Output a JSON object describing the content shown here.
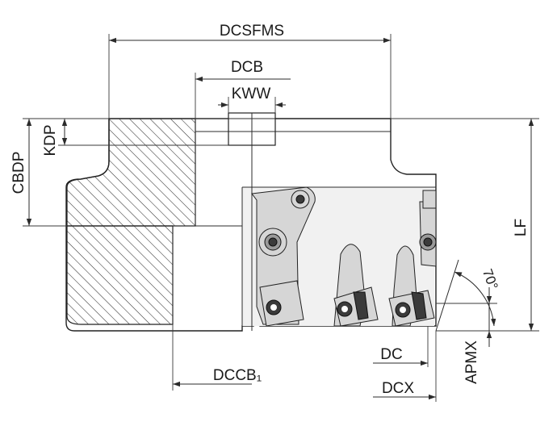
{
  "labels": {
    "dcsfms": "DCSFMS",
    "dcb": "DCB",
    "kww": "KWW",
    "kdp": "KDP",
    "cbdp": "CBDP",
    "lf": "LF",
    "angle": "70°",
    "dc": "DC",
    "dccb1": "DCCB₁",
    "dcx": "DCX",
    "apmx": "APMX"
  }
}
